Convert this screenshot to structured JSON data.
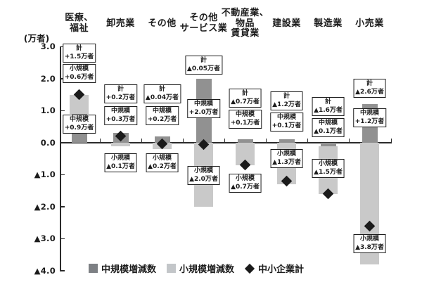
{
  "colors": {
    "medium_bar": "#919191",
    "small_bar": "#c9c9c9",
    "legend_medium": "#7d8084",
    "legend_small": "#c3c6c9",
    "marker": "#1b1b1b",
    "axis": "#2b2b2b",
    "box_border": "#1c1c1c",
    "box_bg": "#ffffff"
  },
  "chart_data": {
    "type": "bar",
    "subtype": "stacked-with-total-marker",
    "title": "",
    "unit_label": "(万者)",
    "ylim": [
      -4.0,
      3.0
    ],
    "grid": false,
    "legend_position": "bottom",
    "negative_prefix": "▲",
    "ytick_values": [
      3,
      2,
      1,
      0,
      -1,
      -2,
      -3,
      -4
    ],
    "ytick_labels": [
      "3.0",
      "2.0",
      "1.0",
      "0.0",
      "▲1.0",
      "▲2.0",
      "▲3.0",
      "▲4.0"
    ],
    "series": [
      {
        "name": "中規模増減数",
        "role": "medium",
        "values": [
          0.9,
          0.3,
          0.2,
          2.0,
          0.1,
          0.1,
          -0.1,
          1.2
        ]
      },
      {
        "name": "小規模増減数",
        "role": "small",
        "values": [
          0.6,
          -0.1,
          -0.2,
          -2.0,
          -0.7,
          -1.3,
          -1.5,
          -3.8
        ]
      },
      {
        "name": "中小企業計",
        "role": "total-marker",
        "values": [
          1.5,
          0.2,
          -0.04,
          -0.05,
          -0.7,
          -1.2,
          -1.6,
          -2.6
        ]
      }
    ],
    "legend": [
      {
        "label": "中規模増減数",
        "marker": "square",
        "color_key": "legend_medium"
      },
      {
        "label": "小規模増減数",
        "marker": "square",
        "color_key": "legend_small"
      },
      {
        "label": "中小企業計",
        "marker": "diamond",
        "color_key": "marker"
      }
    ],
    "categories": [
      {
        "label": "医療、福祉",
        "label_lines": [
          "医療、",
          "福祉"
        ],
        "boxes": [
          {
            "lines": [
              "計",
              "+1.5万者"
            ],
            "top": 62
          },
          {
            "lines": [
              "小規模",
              "+0.6万者"
            ],
            "top": 91
          },
          {
            "lines": [
              "中規模",
              "+0.9万者"
            ],
            "top": 163
          }
        ]
      },
      {
        "label": "卸売業",
        "label_lines": [
          "卸売業"
        ],
        "boxes": [
          {
            "lines": [
              "計",
              "+0.2万者"
            ],
            "top": 120
          },
          {
            "lines": [
              "中規模",
              "+0.3万者"
            ],
            "top": 151
          },
          {
            "lines": [
              "小規模",
              "▲0.1万者"
            ],
            "top": 218
          }
        ]
      },
      {
        "label": "その他",
        "label_lines": [
          "その他"
        ],
        "boxes": [
          {
            "lines": [
              "計",
              "▲0.04万者"
            ],
            "top": 120
          },
          {
            "lines": [
              "中規模",
              "+0.2万者"
            ],
            "top": 151
          },
          {
            "lines": [
              "小規模",
              "▲0.2万者"
            ],
            "top": 218
          }
        ]
      },
      {
        "label": "その他サービス業",
        "label_lines": [
          "その他",
          "サービス業"
        ],
        "boxes": [
          {
            "lines": [
              "計",
              "▲0.05万者"
            ],
            "top": 79
          },
          {
            "lines": [
              "中規模",
              "+2.0万者"
            ],
            "top": 141
          },
          {
            "lines": [
              "小規模",
              "▲2.0万者"
            ],
            "top": 236
          }
        ]
      },
      {
        "label": "不動産業、物品賃貸業",
        "label_lines": [
          "不動産業、",
          "物品",
          "賃貸業"
        ],
        "boxes": [
          {
            "lines": [
              "計",
              "▲0.7万者"
            ],
            "top": 126
          },
          {
            "lines": [
              "中規模",
              "+0.1万者"
            ],
            "top": 156
          },
          {
            "lines": [
              "小規模",
              "▲0.7万者"
            ],
            "top": 247
          }
        ]
      },
      {
        "label": "建設業",
        "label_lines": [
          "建設業"
        ],
        "boxes": [
          {
            "lines": [
              "計",
              "▲1.2万者"
            ],
            "top": 130
          },
          {
            "lines": [
              "中規模",
              "+0.1万者"
            ],
            "top": 160
          },
          {
            "lines": [
              "小規模",
              "▲1.3万者"
            ],
            "top": 212
          }
        ]
      },
      {
        "label": "製造業",
        "label_lines": [
          "製造業"
        ],
        "boxes": [
          {
            "lines": [
              "計",
              "▲1.6万者"
            ],
            "top": 138
          },
          {
            "lines": [
              "中規模",
              "▲0.1万者"
            ],
            "top": 168
          },
          {
            "lines": [
              "小規模",
              "▲1.5万者"
            ],
            "top": 226
          }
        ]
      },
      {
        "label": "小売業",
        "label_lines": [
          "小売業"
        ],
        "boxes": [
          {
            "lines": [
              "計",
              "▲2.6万者"
            ],
            "top": 112
          },
          {
            "lines": [
              "中規模",
              "+1.2万者"
            ],
            "top": 154
          },
          {
            "lines": [
              "小規模",
              "▲3.8万者"
            ],
            "top": 333
          }
        ]
      }
    ]
  }
}
